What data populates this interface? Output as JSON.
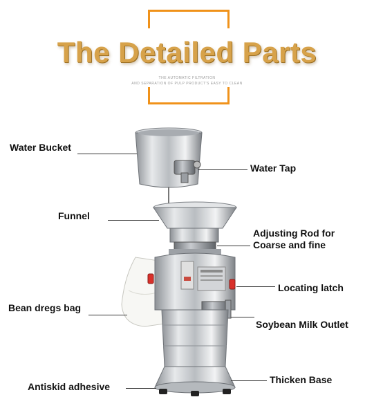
{
  "title": "The Detailed Parts",
  "subtitle_lines": [
    "THE AUTOMATIC FILTRATION",
    "AND SEPARATION OF PULP PRODUCT'S EASY TO CLEAN"
  ],
  "labels": {
    "water_bucket": "Water Bucket",
    "water_tap": "Water Tap",
    "funnel": "Funnel",
    "adjusting_rod_line1": "Adjusting Rod for",
    "adjusting_rod_line2": "Coarse and fine",
    "locating_latch": "Locating latch",
    "bean_dregs_bag": "Bean dregs bag",
    "soybean_milk_outlet": "Soybean Milk Outlet",
    "antiskid_adhesive": "Antiskid adhesive",
    "thicken_base": "Thicken Base"
  },
  "colors": {
    "accent_orange": "#f0921a",
    "title_gold": "#d7a24a",
    "steel": "#c9ccd0",
    "latch_red": "#d9302a"
  }
}
